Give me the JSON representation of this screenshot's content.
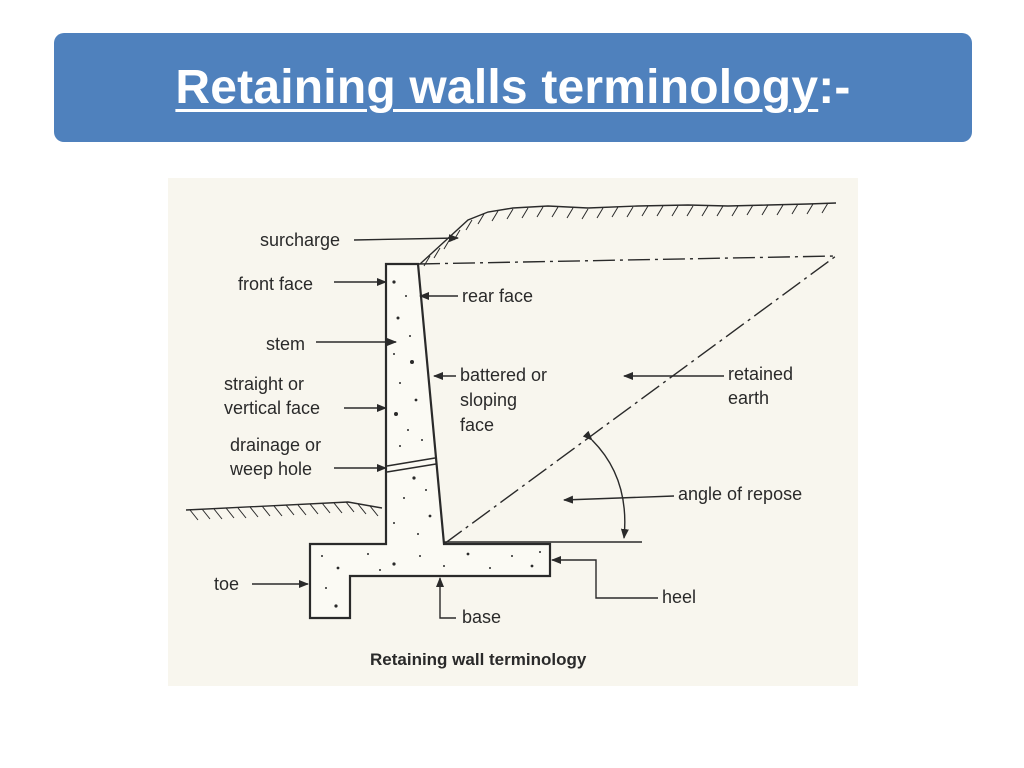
{
  "slide": {
    "title": "Retaining walls terminology",
    "title_suffix": ":-"
  },
  "figure": {
    "labels": {
      "surcharge": "surcharge",
      "front_face": "front face",
      "rear_face": "rear face",
      "stem": "stem",
      "straight_1": "straight or",
      "straight_2": "vertical face",
      "battered_1": "battered or",
      "battered_2": "sloping",
      "battered_3": "face",
      "retained_1": "retained",
      "retained_2": "earth",
      "drainage_1": "drainage or",
      "drainage_2": "weep hole",
      "angle": "angle of repose",
      "toe": "toe",
      "heel": "heel",
      "base": "base"
    },
    "caption": "Retaining wall terminology"
  },
  "colors": {
    "title_bg": "#4f81bd",
    "title_text": "#ffffff",
    "figure_bg": "#f8f6ee"
  }
}
